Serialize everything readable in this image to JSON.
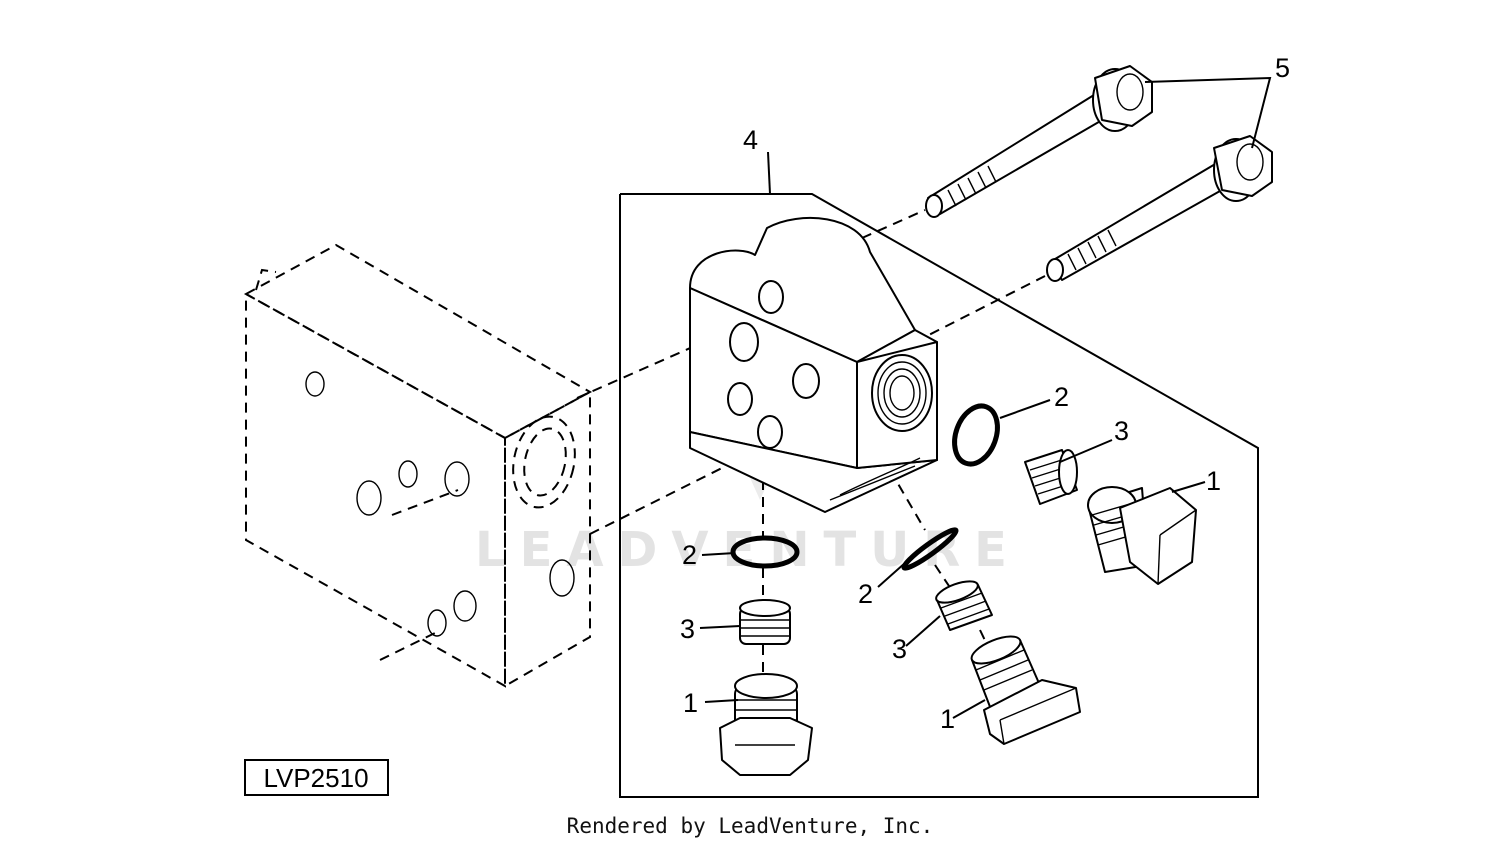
{
  "figure_id": "LVP2510",
  "credit": "Rendered by LeadVenture, Inc.",
  "watermark": "LEADVENTURE",
  "callouts": {
    "bolts": "5",
    "block": "4",
    "oring_right": "2",
    "plug_right": "3",
    "fitting_right": "1",
    "oring_left": "2",
    "plug_left": "3",
    "fitting_left": "1",
    "oring_mid": "2",
    "plug_mid": "3",
    "fitting_mid": "1"
  }
}
